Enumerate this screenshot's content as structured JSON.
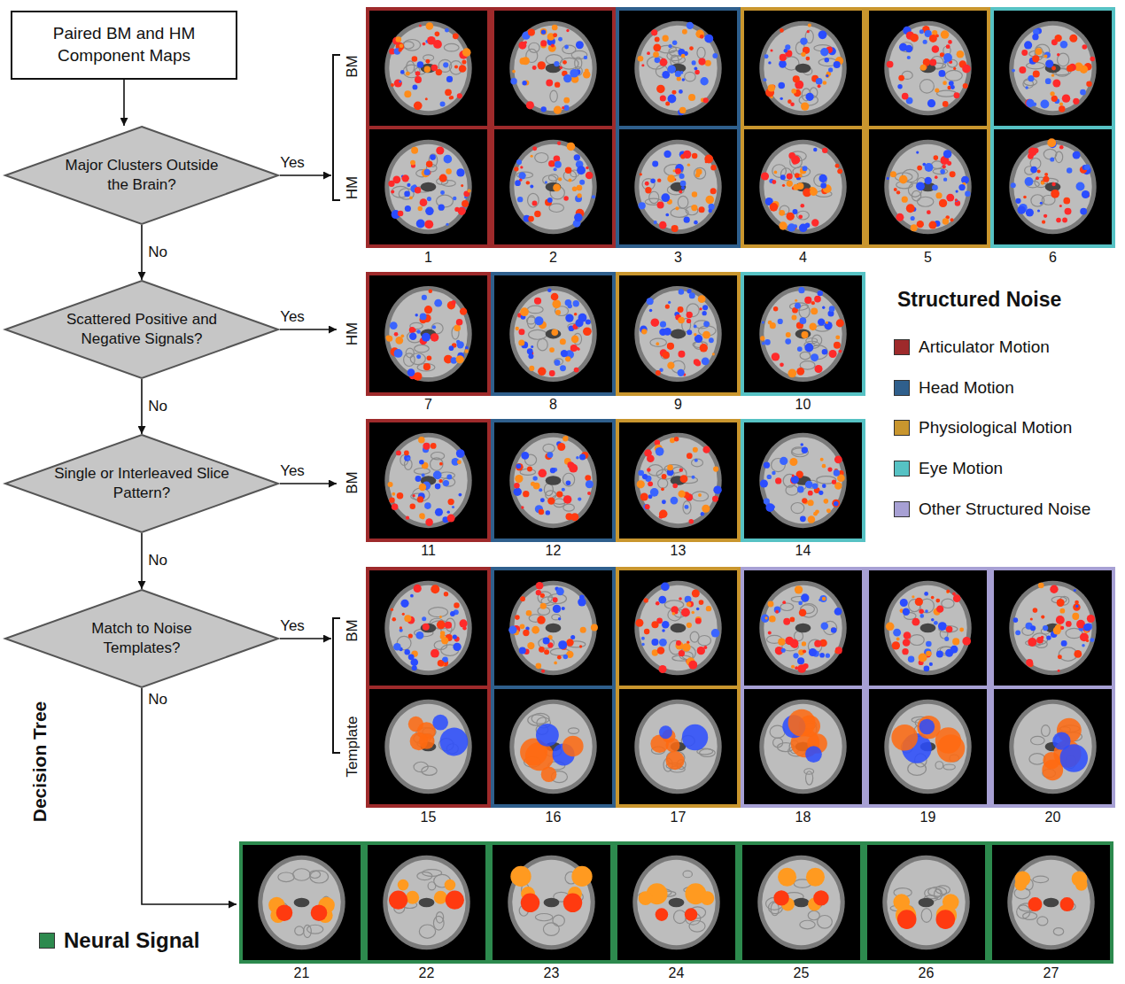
{
  "diagram": {
    "nodes": [
      {
        "text": [
          "Paired BM and HM Component Maps"
        ]
      },
      {
        "text": [
          "Major Clusters Outside the Brain?"
        ]
      },
      {
        "text": [
          "Scattered Positive and Negative Signals?"
        ]
      },
      {
        "text": [
          "Single or Interleaved Slice Pattern?"
        ]
      },
      {
        "text": [
          "Match to Noise Templates?"
        ]
      }
    ],
    "edges": [
      {
        "from": 0,
        "to": 1,
        "arrow": "to"
      },
      {
        "from": 1,
        "to": 2,
        "label": "No",
        "arrow": "to"
      },
      {
        "from": 2,
        "to": 3,
        "label": "No",
        "arrow": "to"
      },
      {
        "from": 3,
        "to": 4,
        "label": "No",
        "arrow": "to"
      }
    ],
    "labels": [
      "Yes",
      "BM",
      "HM",
      "1",
      "2",
      "3",
      "4",
      "5",
      "6",
      "Yes",
      "HM",
      "7",
      "8",
      "9",
      "10",
      "Yes",
      "BM",
      "11",
      "12",
      "13",
      "14",
      "Yes",
      "BM",
      "Template",
      "15",
      "16",
      "17",
      "18",
      "19",
      "20",
      "No",
      "Decision Tree",
      "21",
      "22",
      "23",
      "24",
      "25",
      "26",
      "27",
      "Structured Noise"
    ],
    "legend": [
      {
        "text": "Articulator Motion",
        "color": "#9e2a2b"
      },
      {
        "text": "Head Motion",
        "color": "#2f5f8c"
      },
      {
        "text": "Physiological Motion",
        "color": "#c9962e"
      },
      {
        "text": "Eye Motion",
        "color": "#56c2c4"
      },
      {
        "text": "Other Structured Noise",
        "color": "#a7a0d4"
      },
      {
        "text": "Neural Signal",
        "color": "#2d8a4e"
      }
    ]
  }
}
